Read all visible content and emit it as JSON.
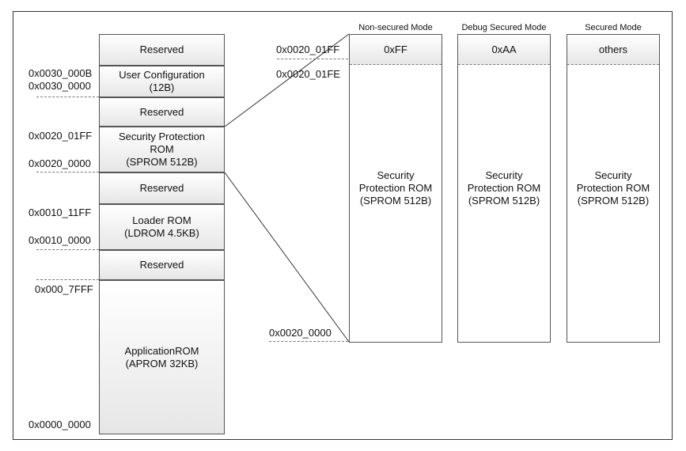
{
  "memory_map": {
    "blocks": [
      {
        "id": "reserved-top",
        "label": "Reserved"
      },
      {
        "id": "user-config",
        "label": "User Configuration\n(12B)"
      },
      {
        "id": "reserved-2",
        "label": "Reserved"
      },
      {
        "id": "sprom",
        "label": "Security Protection\nROM\n(SPROM 512B)"
      },
      {
        "id": "reserved-3",
        "label": "Reserved"
      },
      {
        "id": "ldrom",
        "label": "Loader ROM\n(LDROM 4.5KB)"
      },
      {
        "id": "reserved-4",
        "label": "Reserved"
      },
      {
        "id": "aprom",
        "label": "ApplicationROM\n(APROM 32KB)"
      }
    ],
    "addresses": {
      "user_config_end": "0x0030_000B",
      "user_config_start": "0x0030_0000",
      "sprom_end": "0x0020_01FF",
      "sprom_start": "0x0020_0000",
      "ldrom_end": "0x0010_11FF",
      "ldrom_start": "0x0010_0000",
      "aprom_end": "0x000_7FFF",
      "aprom_start": "0x0000_0000"
    }
  },
  "sprom_detail": {
    "addr_top": "0x0020_01FF",
    "addr_second": "0x0020_01FE",
    "addr_bottom": "0x0020_0000",
    "modes": [
      {
        "name": "Non-secured Mode",
        "value": "0xFF",
        "body": "Security\nProtection ROM\n(SPROM 512B)"
      },
      {
        "name": "Debug Secured Mode",
        "value": "0xAA",
        "body": "Security\nProtection ROM\n(SPROM 512B)"
      },
      {
        "name": "Secured Mode",
        "value": "others",
        "body": "Security\nProtection ROM\n(SPROM 512B)"
      }
    ]
  }
}
